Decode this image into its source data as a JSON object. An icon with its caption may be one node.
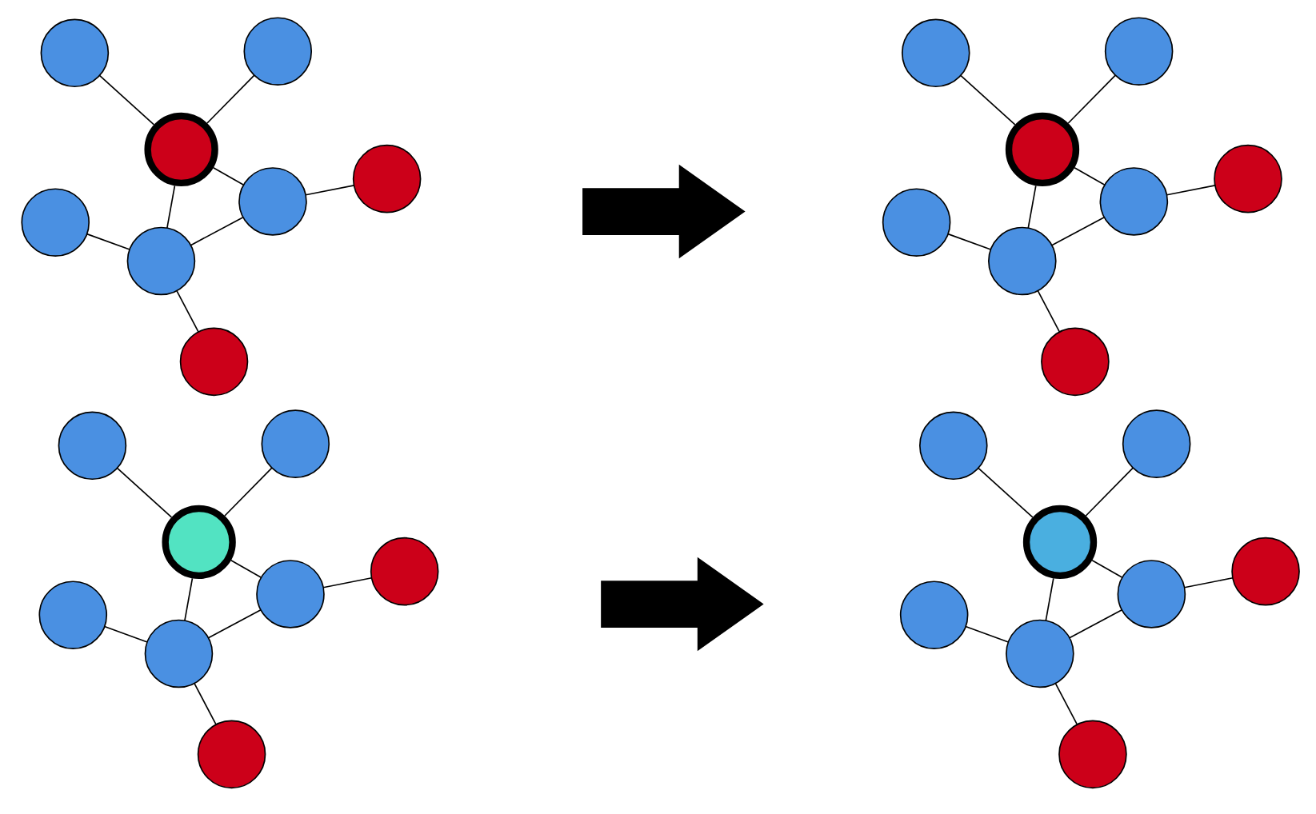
{
  "diagram": {
    "nodes": [
      {
        "text": [],
        "shape": "circle"
      },
      {
        "text": [],
        "shape": "circle"
      },
      {
        "text": [],
        "shape": "circle"
      },
      {
        "text": [],
        "shape": "circle"
      },
      {
        "text": [],
        "shape": "circle"
      },
      {
        "text": [],
        "shape": "circle"
      },
      {
        "text": [],
        "shape": "circle"
      },
      {
        "text": [],
        "shape": "circle"
      },
      {
        "text": [],
        "shape": "circle"
      },
      {
        "text": [],
        "shape": "circle"
      },
      {
        "text": [],
        "shape": "circle"
      },
      {
        "text": [],
        "shape": "circle"
      },
      {
        "text": [],
        "shape": "circle"
      },
      {
        "text": [],
        "shape": "circle"
      },
      {
        "text": [],
        "shape": "circle"
      },
      {
        "text": [],
        "shape": "circle"
      },
      {
        "text": [],
        "shape": "circle"
      },
      {
        "text": [],
        "shape": "circle"
      },
      {
        "text": [],
        "shape": "circle"
      },
      {
        "text": [],
        "shape": "circle"
      },
      {
        "text": [],
        "shape": "circle"
      },
      {
        "text": [],
        "shape": "circle"
      },
      {
        "text": [],
        "shape": "circle"
      },
      {
        "text": [],
        "shape": "circle"
      },
      {
        "text": [],
        "shape": "circle"
      },
      {
        "text": [],
        "shape": "circle"
      },
      {
        "text": [],
        "shape": "circle"
      },
      {
        "text": [],
        "shape": "circle"
      },
      {
        "text": [],
        "shape": "circle"
      },
      {
        "text": [],
        "shape": "circle"
      },
      {
        "text": [],
        "shape": "circle"
      },
      {
        "text": [],
        "shape": "circle"
      }
    ],
    "edges": [
      {
        "from": 0,
        "to": 2,
        "arrow": "none"
      },
      {
        "from": 1,
        "to": 2,
        "arrow": "none"
      },
      {
        "from": 2,
        "to": 3,
        "arrow": "none"
      },
      {
        "from": 2,
        "to": 6,
        "arrow": "none"
      },
      {
        "from": 3,
        "to": 6,
        "arrow": "none"
      },
      {
        "from": 3,
        "to": 4,
        "arrow": "none"
      },
      {
        "from": 5,
        "to": 6,
        "arrow": "none"
      },
      {
        "from": 6,
        "to": 7,
        "arrow": "none"
      },
      {
        "from": 8,
        "to": 10,
        "arrow": "none"
      },
      {
        "from": 9,
        "to": 10,
        "arrow": "none"
      },
      {
        "from": 10,
        "to": 11,
        "arrow": "none"
      },
      {
        "from": 10,
        "to": 14,
        "arrow": "none"
      },
      {
        "from": 11,
        "to": 14,
        "arrow": "none"
      },
      {
        "from": 11,
        "to": 12,
        "arrow": "none"
      },
      {
        "from": 13,
        "to": 14,
        "arrow": "none"
      },
      {
        "from": 14,
        "to": 15,
        "arrow": "none"
      },
      {
        "from": 16,
        "to": 18,
        "arrow": "none"
      },
      {
        "from": 17,
        "to": 18,
        "arrow": "none"
      },
      {
        "from": 18,
        "to": 19,
        "arrow": "none"
      },
      {
        "from": 18,
        "to": 22,
        "arrow": "none"
      },
      {
        "from": 19,
        "to": 22,
        "arrow": "none"
      },
      {
        "from": 19,
        "to": 20,
        "arrow": "none"
      },
      {
        "from": 21,
        "to": 22,
        "arrow": "none"
      },
      {
        "from": 22,
        "to": 23,
        "arrow": "none"
      },
      {
        "from": 24,
        "to": 26,
        "arrow": "none"
      },
      {
        "from": 25,
        "to": 26,
        "arrow": "none"
      },
      {
        "from": 26,
        "to": 27,
        "arrow": "none"
      },
      {
        "from": 26,
        "to": 30,
        "arrow": "none"
      },
      {
        "from": 27,
        "to": 30,
        "arrow": "none"
      },
      {
        "from": 27,
        "to": 28,
        "arrow": "none"
      },
      {
        "from": 29,
        "to": 30,
        "arrow": "none"
      },
      {
        "from": 30,
        "to": 31,
        "arrow": "none"
      }
    ]
  }
}
